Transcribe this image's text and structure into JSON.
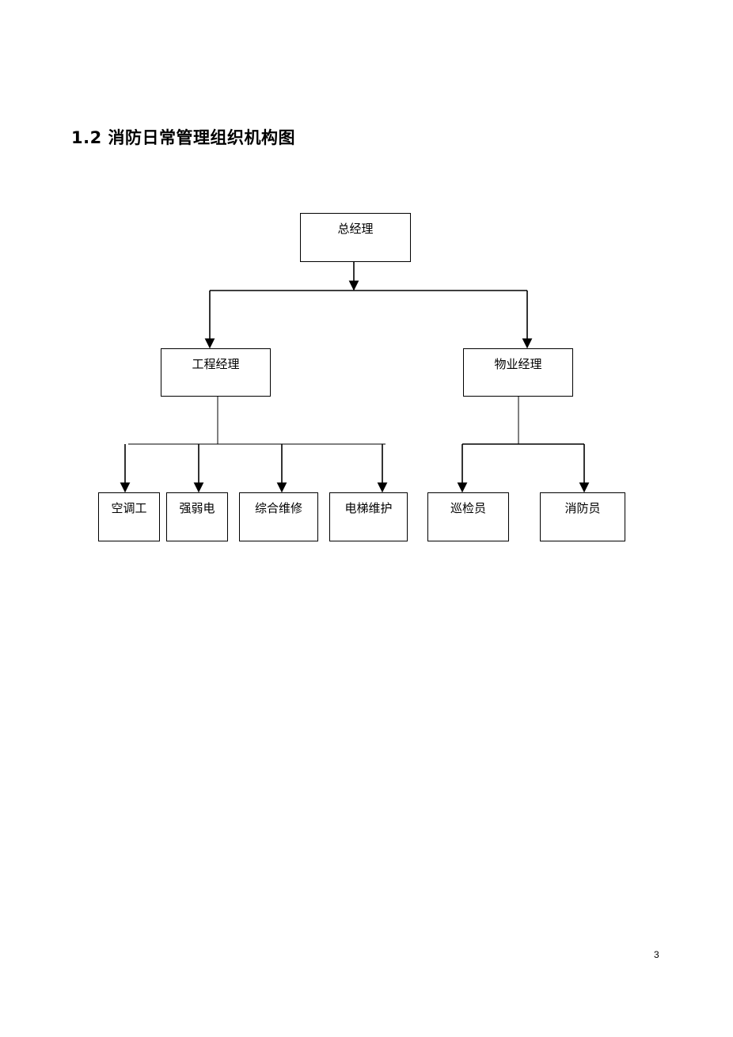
{
  "heading": "1.2 消防日常管理组织机构图",
  "org_chart": {
    "root": "总经理",
    "level2": {
      "engineering": "工程经理",
      "property": "物业经理"
    },
    "engineering_staff": {
      "aircon": "空调工",
      "electric": "强弱电",
      "maintenance": "综合维修",
      "elevator": "电梯维护"
    },
    "property_staff": {
      "patrol": "巡检员",
      "firefighter": "消防员"
    }
  },
  "page_number": "3"
}
